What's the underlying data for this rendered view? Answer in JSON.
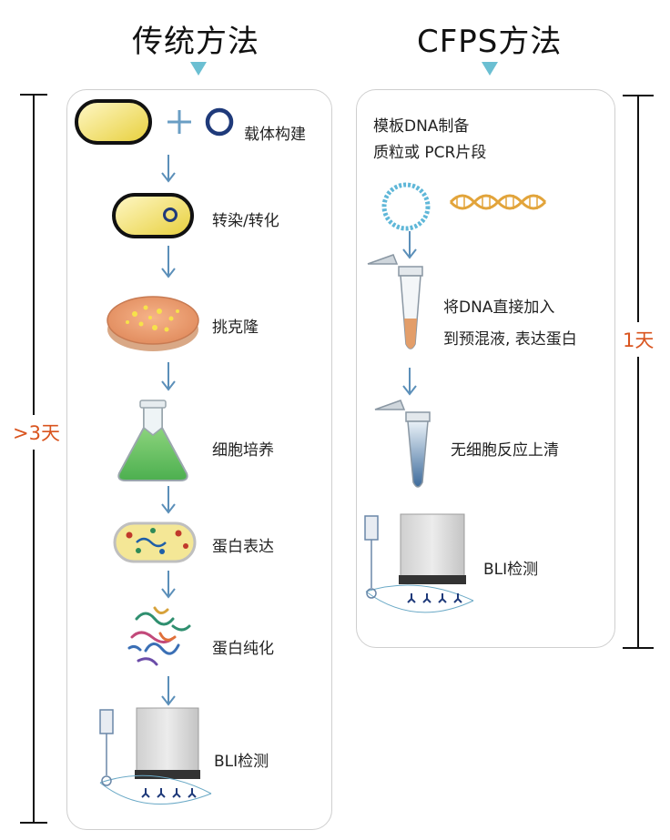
{
  "headers": {
    "traditional": "传统方法",
    "cfps": "CFPS方法"
  },
  "traditional_steps": {
    "vector_build": "载体构建",
    "transfect": "转染/转化",
    "pick_colony": "挑克隆",
    "cell_culture": "细胞培养",
    "expression": "蛋白表达",
    "purification": "蛋白纯化",
    "bli": "BLI检测"
  },
  "cfps_steps": {
    "template_line1": "模板DNA制备",
    "template_line2": "质粒或 PCR片段",
    "add_dna_line1": "将DNA直接加入",
    "add_dna_line2": "到预混液, 表达蛋白",
    "supernatant": "无细胞反应上清",
    "bli": "BLI检测"
  },
  "durations": {
    "traditional": ">3天",
    "cfps": "1天"
  },
  "colors": {
    "accent_triangle": "#6bbfd2",
    "duration_text": "#d9541e",
    "arrow": "#5b8fb9"
  }
}
